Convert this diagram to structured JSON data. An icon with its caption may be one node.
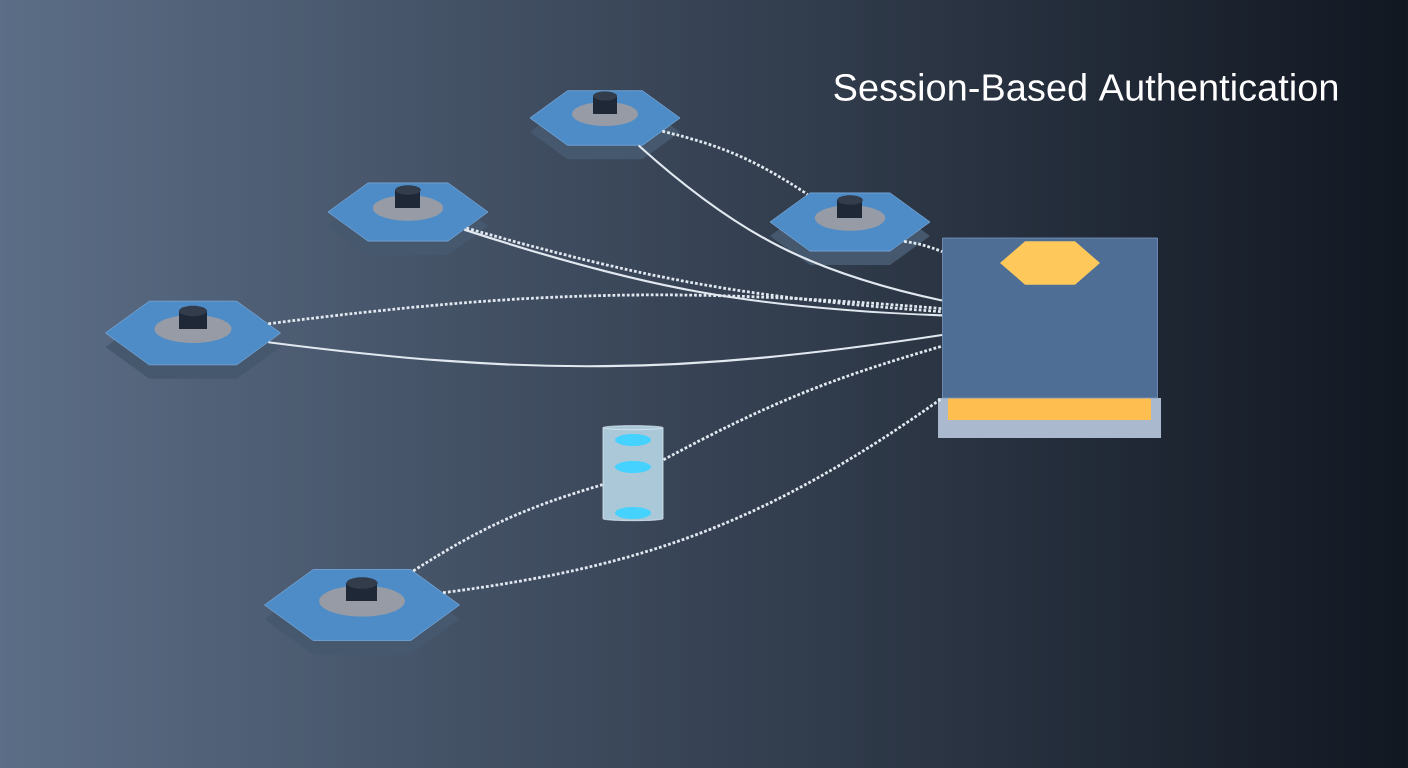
{
  "diagram": {
    "title": "Session-Based Authentication",
    "nodes": [
      {
        "text": [],
        "shape": "hexagon"
      },
      {
        "text": [],
        "shape": "hexagon"
      },
      {
        "text": [],
        "shape": "hexagon"
      },
      {
        "text": [],
        "shape": "hexagon"
      },
      {
        "text": [],
        "shape": "box"
      },
      {
        "text": [],
        "shape": "cylinder"
      },
      {
        "text": [],
        "shape": "hexagon"
      }
    ],
    "edges": [
      {
        "from": 0,
        "to": 4,
        "arrow": "none"
      },
      {
        "from": 1,
        "to": 4,
        "arrow": "none"
      },
      {
        "from": 3,
        "to": 4,
        "arrow": "none"
      },
      {
        "from": 0,
        "to": 2,
        "arrow": "none",
        "style": "dashed"
      },
      {
        "from": 2,
        "to": 4,
        "arrow": "none",
        "style": "dashed"
      },
      {
        "from": 1,
        "to": 4,
        "arrow": "none",
        "style": "dashed"
      },
      {
        "from": 3,
        "to": 4,
        "arrow": "none",
        "style": "dashed"
      },
      {
        "from": 6,
        "to": 5,
        "arrow": "none",
        "style": "dashed"
      },
      {
        "from": 5,
        "to": 4,
        "arrow": "none",
        "style": "dashed"
      },
      {
        "from": 6,
        "to": 4,
        "arrow": "none",
        "style": "dashed"
      }
    ]
  }
}
